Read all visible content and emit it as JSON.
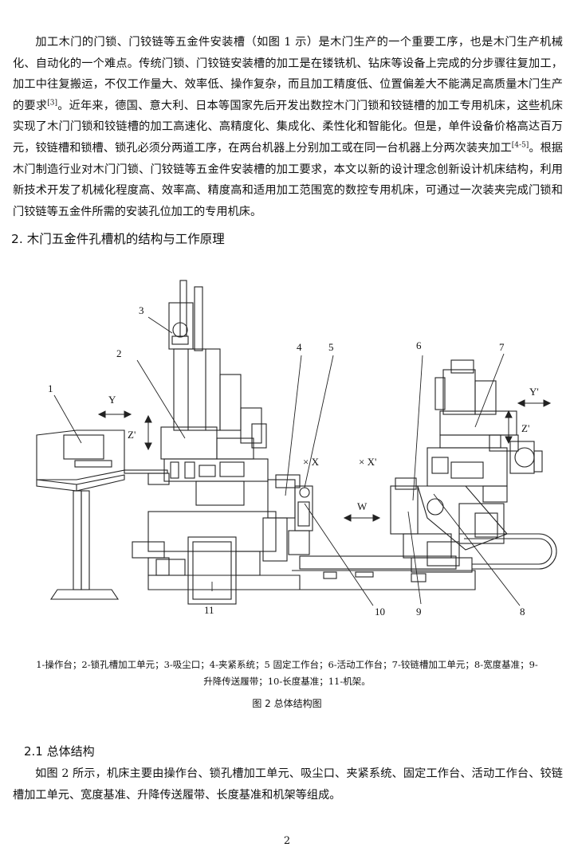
{
  "intro": {
    "p1_text": "加工木门的门锁、门铰链等五金件安装槽（如图 1 示）是木门生产的一个重要工序，也是木门生产机械化、自动化的一个难点。传统门锁、门铰链安装槽的加工是在镂铣机、钻床等设备上完成的分步骤往复加工，加工中往复搬运，不仅工作量大、效率低、操作复杂，而且加工精度低、位置偏差大不能满足高质量木门生产的要求",
    "p1_ref1": "[3]",
    "p1_text2": "。近年来，德国、意大利、日本等国家先后开发出数控木门门锁和铰链槽的加工专用机床，这些机床实现了木门门锁和铰链槽的加工高速化、高精度化、集成化、柔性化和智能化。但是，单件设备价格高达百万元，铰链槽和锁槽、锁孔必须分两道工序，在两台机器上分别加工或在同一台机器上分两次装夹加工",
    "p1_ref2": "[4-5]",
    "p1_text3": "。根据木门制造行业对木门门锁、门铰链等五金件安装槽的加工要求，本文以新的设计理念创新设计机床结构，利用新技术开发了机械化程度高、效率高、精度高和适用加工范围宽的数控专用机床，可通过一次装夹完成门锁和门铰链等五金件所需的安装孔位加工的专用机床。"
  },
  "section2_title": "2. 木门五金件孔槽机的结构与工作原理",
  "figure": {
    "labels": [
      "1",
      "2",
      "3",
      "4",
      "5",
      "6",
      "7",
      "8",
      "9",
      "10",
      "11"
    ],
    "axes": {
      "y": "Y",
      "z_left": "Z'",
      "x": "× X",
      "x_prime": "× X'",
      "w": "W",
      "y_prime": "Y'",
      "z_right": "Z'"
    },
    "caption_line1": "1-操作台；2-锁孔槽加工单元；3-吸尘口；4-夹紧系统；5 固定工作台；6-活动工作台；7-铰链槽加工单元；8-宽度基准；9-",
    "caption_line2": "升降传送履带；10-长度基准；11-机架。",
    "title": "图 2 总体结构图"
  },
  "section21_title": "2.1 总体结构",
  "section21_text": "如图 2 所示，机床主要由操作台、锁孔槽加工单元、吸尘口、夹紧系统、固定工作台、活动工作台、铰链槽加工单元、宽度基准、升降传送履带、长度基准和机架等组成。",
  "page_number": "2"
}
